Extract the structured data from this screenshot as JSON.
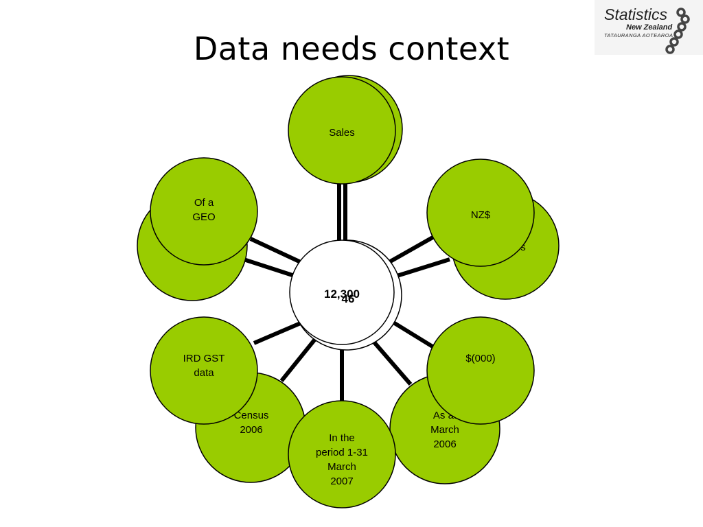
{
  "slide": {
    "title": "Data needs context"
  },
  "logo": {
    "name": "Statistics",
    "subtitle": "New Zealand",
    "tagline": "TATAURANGA AOTEAROA"
  },
  "diagram": {
    "hub_values": [
      "12,300",
      "46"
    ],
    "nodes": {
      "top": "Sales",
      "upper_left_back": "",
      "upper_left_front": [
        "Of a",
        "GEO"
      ],
      "upper_right_back": "s",
      "upper_right_front": "NZ$",
      "lower_left_front": [
        "IRD GST",
        "data"
      ],
      "lower_left_back": [
        "Census",
        "2006"
      ],
      "bottom": [
        "In the",
        "period 1-31",
        "March",
        "2007"
      ],
      "lower_right_back": [
        "As at",
        "March",
        "2006"
      ],
      "lower_right_front": "$(000)"
    },
    "colors": {
      "node_fill": "#99cc00",
      "node_stroke": "#000000",
      "hub_fill": "#ffffff",
      "connector": "#000000"
    }
  }
}
